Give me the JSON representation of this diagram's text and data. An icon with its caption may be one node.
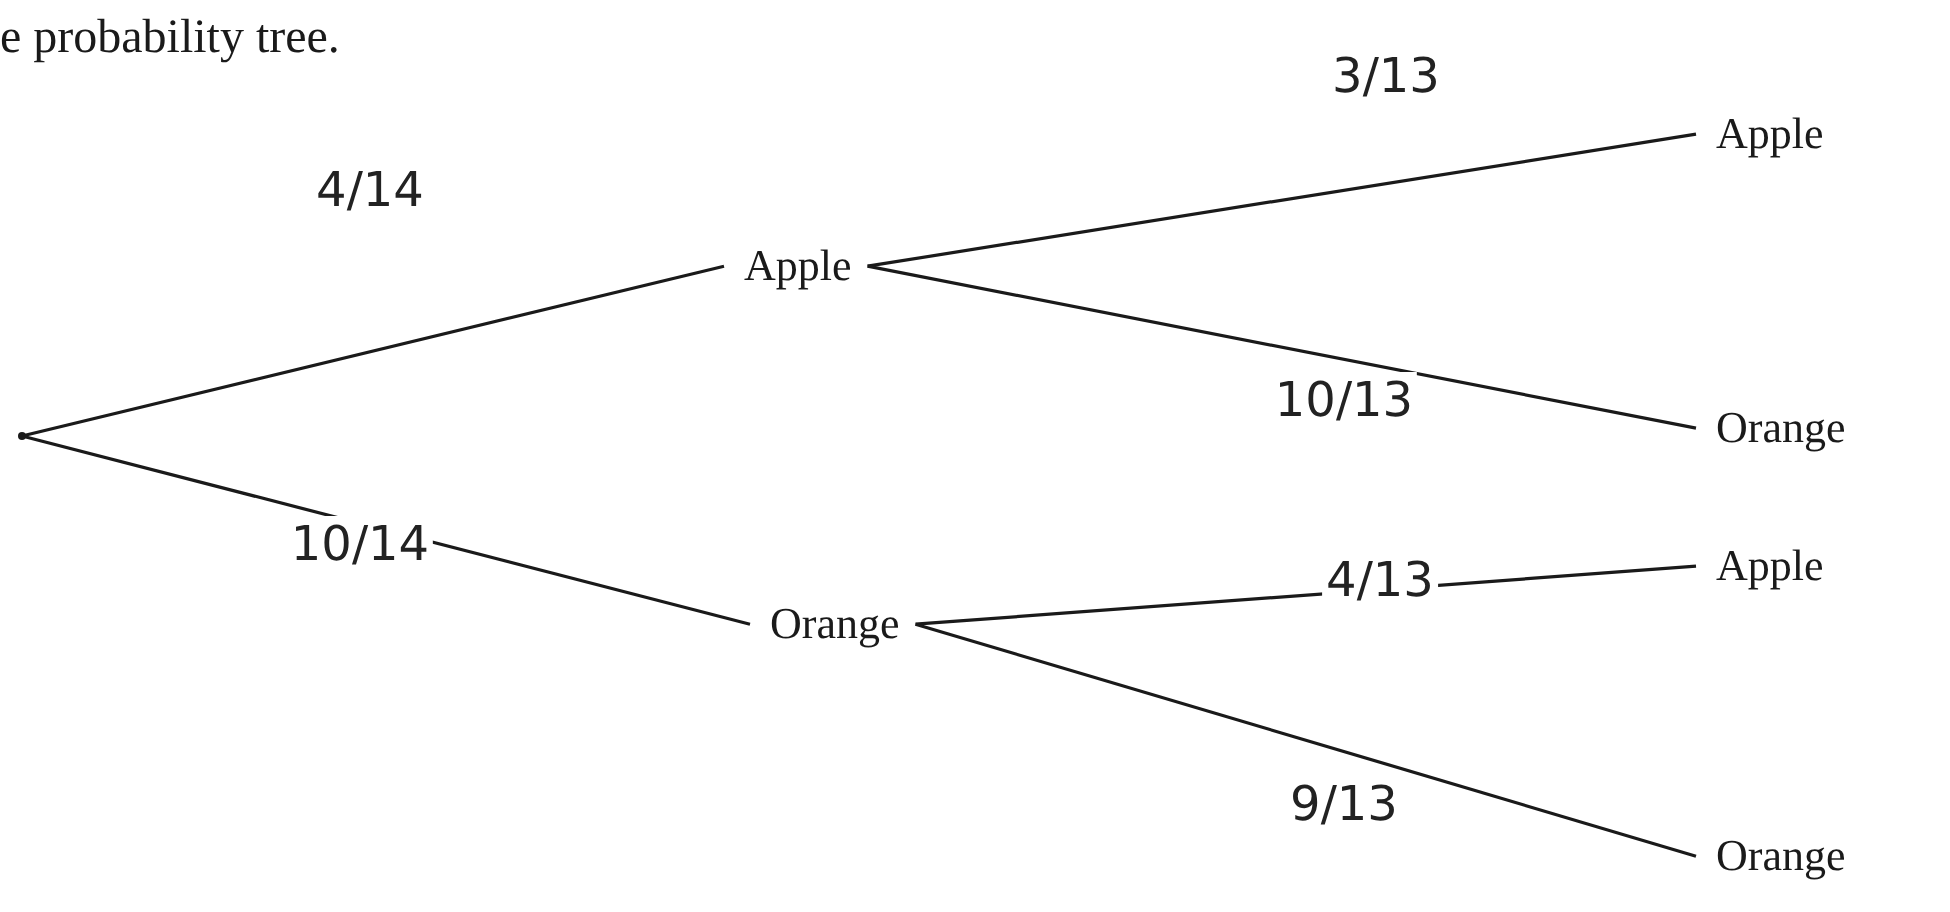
{
  "diagram": {
    "nodes": [
      {
        "text": [],
        "shape": "dot"
      },
      {
        "text": [
          "Apple"
        ]
      },
      {
        "text": [
          "Orange"
        ]
      },
      {
        "text": [
          "Apple"
        ]
      },
      {
        "text": [
          "Orange"
        ]
      },
      {
        "text": [
          "Apple"
        ]
      },
      {
        "text": [
          "Orange"
        ]
      }
    ],
    "edges": [
      {
        "from": 0,
        "to": 1,
        "arrow": "none",
        "label": "4/14"
      },
      {
        "from": 0,
        "to": 2,
        "arrow": "none",
        "label": "10/14"
      },
      {
        "from": 1,
        "to": 3,
        "arrow": "none",
        "label": "3/13"
      },
      {
        "from": 1,
        "to": 4,
        "arrow": "none",
        "label": "10/13"
      },
      {
        "from": 2,
        "to": 5,
        "arrow": "none",
        "label": "4/13"
      },
      {
        "from": 2,
        "to": 6,
        "arrow": "none",
        "label": "9/13"
      }
    ],
    "labels": [
      "e probability tree."
    ]
  }
}
